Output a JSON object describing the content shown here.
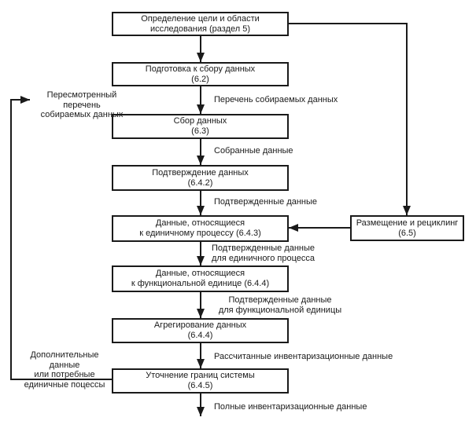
{
  "colors": {
    "ink": "#1a1a1a",
    "background": "#ffffff"
  },
  "boxes": [
    {
      "name": "goal-definition",
      "text": "Определение цели  и области\nисследования (раздел 5)"
    },
    {
      "name": "data-collection-prep",
      "text": "Подготовка к сбору данных\n(6.2)"
    },
    {
      "name": "data-collection",
      "text": "Сбор данных\n(6.3)"
    },
    {
      "name": "data-validation",
      "text": "Подтверждение данных\n(6.4.2)"
    },
    {
      "name": "unit-process-data",
      "text": "Данные, относящиеся\nк единичному процессу (6.4.3)"
    },
    {
      "name": "functional-unit-data",
      "text": "Данные, относящиеся\nк функциональной единице (6.4.4)"
    },
    {
      "name": "data-aggregation",
      "text": "Агрегирование данных\n(6.4.4)"
    },
    {
      "name": "system-boundary-refinement",
      "text": "Уточнение границ системы\n(6.4.5)"
    },
    {
      "name": "allocation-recycling",
      "text": "Размещение и рециклинг\n(6.5)"
    }
  ],
  "edge_labels": [
    {
      "name": "collected-list",
      "text": "Перечень собираемых данных"
    },
    {
      "name": "collected-data",
      "text": "Собранные данные"
    },
    {
      "name": "validated-data",
      "text": "Подтвержденные данные"
    },
    {
      "name": "validated-data-unit-process",
      "text": "Подтвержденные данные\nдля единичного процесса"
    },
    {
      "name": "validated-data-functional-unit",
      "text": "Подтвержденные данные\nдля функциональной единицы"
    },
    {
      "name": "calculated-inventory-data",
      "text": "Рассчитанные инвентаризационные данные"
    },
    {
      "name": "complete-inventory-data",
      "text": "Полные инвентаризационные данные"
    },
    {
      "name": "revised-collection-list",
      "text": "Пересмотренный перечень\nсобираемых данных"
    },
    {
      "name": "additional-data-needed",
      "text": "Дополнительные данные\nили потребные\nединичные поцессы"
    }
  ]
}
